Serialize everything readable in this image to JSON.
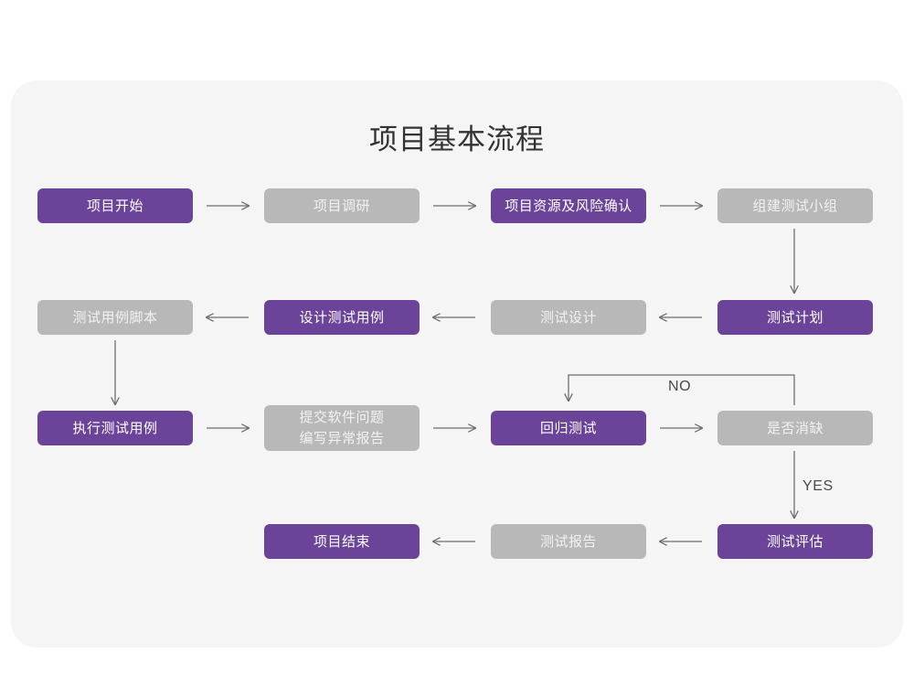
{
  "page": {
    "title": "项目基本流程",
    "background": "#ffffff",
    "card_background": "#f5f5f5"
  },
  "theme": {
    "purple": "#6b4398",
    "gray": "#b8b8b8",
    "purple_text": "#ffffff",
    "gray_text": "#f2f2f2",
    "title_color": "#333333",
    "connector_color": "#6e6e6e",
    "label_color": "#4a4a4a"
  },
  "chart_data": {
    "type": "diagram",
    "title": "项目基本流程",
    "nodes": [
      {
        "id": "n1",
        "label": "项目开始",
        "style": "purple",
        "row": 1,
        "col": 1
      },
      {
        "id": "n2",
        "label": "项目调研",
        "style": "gray",
        "row": 1,
        "col": 2
      },
      {
        "id": "n3",
        "label": "项目资源及风险确认",
        "style": "purple",
        "row": 1,
        "col": 3
      },
      {
        "id": "n4",
        "label": "组建测试小组",
        "style": "gray",
        "row": 1,
        "col": 4
      },
      {
        "id": "n5",
        "label": "测试用例脚本",
        "style": "gray",
        "row": 2,
        "col": 1
      },
      {
        "id": "n6",
        "label": "设计测试用例",
        "style": "purple",
        "row": 2,
        "col": 2
      },
      {
        "id": "n7",
        "label": "测试设计",
        "style": "gray",
        "row": 2,
        "col": 3
      },
      {
        "id": "n8",
        "label": "测试计划",
        "style": "purple",
        "row": 2,
        "col": 4
      },
      {
        "id": "n9",
        "label": "执行测试用例",
        "style": "purple",
        "row": 3,
        "col": 1
      },
      {
        "id": "n10",
        "label": "提交软件问题\n编写异常报告",
        "style": "gray",
        "row": 3,
        "col": 2
      },
      {
        "id": "n11",
        "label": "回归测试",
        "style": "purple",
        "row": 3,
        "col": 3
      },
      {
        "id": "n12",
        "label": "是否消缺",
        "style": "gray",
        "row": 3,
        "col": 4
      },
      {
        "id": "n13",
        "label": "项目结束",
        "style": "purple",
        "row": 4,
        "col": 2
      },
      {
        "id": "n14",
        "label": "测试报告",
        "style": "gray",
        "row": 4,
        "col": 3
      },
      {
        "id": "n15",
        "label": "测试评估",
        "style": "purple",
        "row": 4,
        "col": 4
      }
    ],
    "edges": [
      {
        "from": "n1",
        "to": "n2",
        "direction": "right",
        "label": ""
      },
      {
        "from": "n2",
        "to": "n3",
        "direction": "right",
        "label": ""
      },
      {
        "from": "n3",
        "to": "n4",
        "direction": "right",
        "label": ""
      },
      {
        "from": "n4",
        "to": "n8",
        "direction": "down",
        "label": ""
      },
      {
        "from": "n8",
        "to": "n7",
        "direction": "left",
        "label": ""
      },
      {
        "from": "n7",
        "to": "n6",
        "direction": "left",
        "label": ""
      },
      {
        "from": "n6",
        "to": "n5",
        "direction": "left",
        "label": ""
      },
      {
        "from": "n5",
        "to": "n9",
        "direction": "down",
        "label": ""
      },
      {
        "from": "n9",
        "to": "n10",
        "direction": "right",
        "label": ""
      },
      {
        "from": "n10",
        "to": "n11",
        "direction": "right",
        "label": ""
      },
      {
        "from": "n11",
        "to": "n12",
        "direction": "right",
        "label": ""
      },
      {
        "from": "n12",
        "to": "n11",
        "direction": "loop-up-left",
        "label": "NO"
      },
      {
        "from": "n12",
        "to": "n15",
        "direction": "down",
        "label": "YES"
      },
      {
        "from": "n15",
        "to": "n14",
        "direction": "left",
        "label": ""
      },
      {
        "from": "n14",
        "to": "n13",
        "direction": "left",
        "label": ""
      }
    ],
    "edge_labels": [
      {
        "id": "no-label",
        "text": "NO"
      },
      {
        "id": "yes-label",
        "text": "YES"
      }
    ]
  }
}
